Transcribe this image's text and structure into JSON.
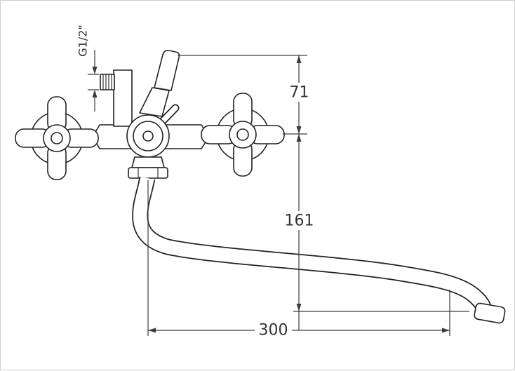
{
  "colors": {
    "line": "#222222",
    "dim_line": "#3c3c3c",
    "text": "#333333",
    "background": "#ffffff",
    "border": "#cfcfcf"
  },
  "labels": {
    "thread": "G1/2\"",
    "height_top": "71",
    "height_spout": "161",
    "spout_reach": "300"
  }
}
